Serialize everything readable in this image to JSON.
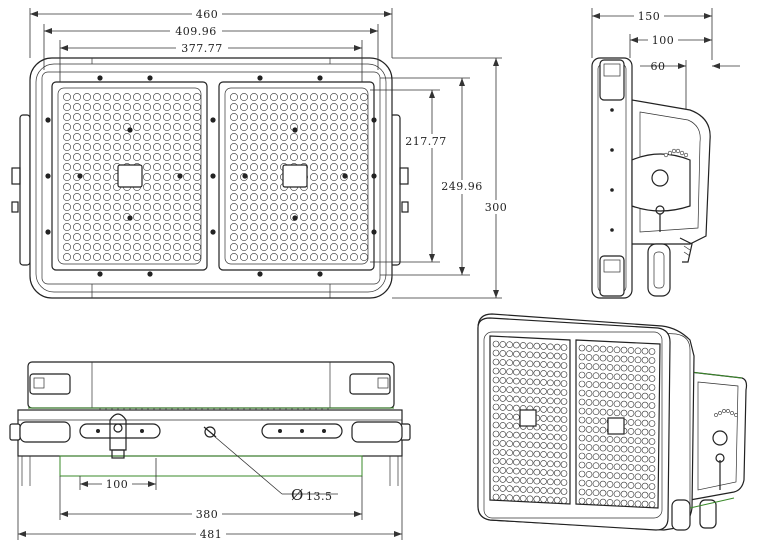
{
  "dimensions": {
    "overall_width": "460",
    "outer_width": "409.96",
    "inner_width": "377.77",
    "panel_height": "217.77",
    "outer_height": "249.96",
    "overall_height": "300",
    "depth_total": "150",
    "depth_mid": "100",
    "depth_small": "60",
    "bracket_spacing": "100",
    "mount_spacing": "380",
    "mount_total": "481",
    "hole_diameter": "13.5"
  },
  "hole_symbol": "Ø",
  "colors": {
    "line": "#222222",
    "accent_green": "#3a8a2a"
  }
}
